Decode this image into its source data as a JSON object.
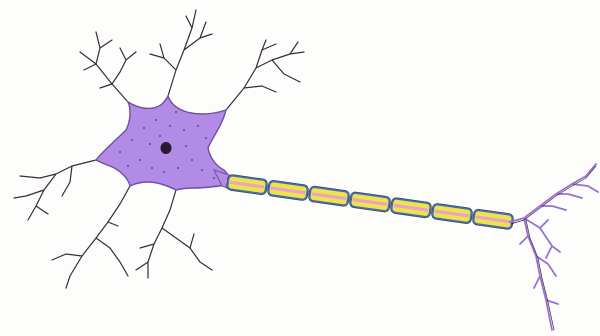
{
  "diagram": {
    "subject": "neuron",
    "colors": {
      "paper": "#fdfdfb",
      "soma_fill": "#b28be6",
      "soma_outline": "#6d4fa8",
      "ink": "#3a2a3a",
      "nucleus": "#2a1930",
      "myelin_outer": "#3f6fb5",
      "myelin_inner": "#f2e24a",
      "axon_core": "#e2a6c6",
      "terminal": "#9b6fd6"
    },
    "parts": [
      {
        "id": "dendrites",
        "visible_label": ""
      },
      {
        "id": "cell-body",
        "visible_label": ""
      },
      {
        "id": "nucleus",
        "visible_label": ""
      },
      {
        "id": "axon",
        "visible_label": ""
      },
      {
        "id": "myelin-sheath",
        "visible_label": "",
        "segment_count": 7
      },
      {
        "id": "axon-terminals",
        "visible_label": ""
      }
    ]
  }
}
